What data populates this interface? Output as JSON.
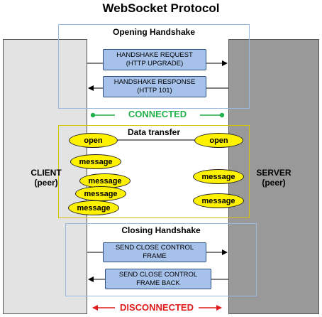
{
  "title": "WebSocket Protocol",
  "client": {
    "label_line1": "CLIENT",
    "label_line2": "(peer)"
  },
  "server": {
    "label_line1": "SERVER",
    "label_line2": "(peer)"
  },
  "opening": {
    "title": "Opening Handshake",
    "request_line1": "HANDSHAKE REQUEST",
    "request_line2": "(HTTP UPGRADE)",
    "response_line1": "HANDSHAKE RESPONSE",
    "response_line2": "(HTTP 101)"
  },
  "connected": {
    "label": "CONNECTED",
    "color": "#22b14c"
  },
  "data_transfer": {
    "title": "Data transfer",
    "client_open": "open",
    "server_open": "open",
    "client_messages": [
      "message",
      "message",
      "message",
      "message"
    ],
    "server_messages": [
      "message",
      "message"
    ]
  },
  "closing": {
    "title": "Closing Handshake",
    "send_line1": "SEND CLOSE CONTROL",
    "send_line2": "FRAME",
    "back_line1": "SEND CLOSE CONTROL",
    "back_line2": "FRAME BACK"
  },
  "disconnected": {
    "label": "DISCONNECTED",
    "color": "#e01b1b"
  },
  "colors": {
    "message_box": "#a7c2ea",
    "ellipse": "#fff200",
    "server_column": "#999999",
    "client_column": "#e3e3e3",
    "opening_border": "#9bb8e0",
    "data_border": "#d6c400",
    "closing_border": "#9bb8e0"
  }
}
